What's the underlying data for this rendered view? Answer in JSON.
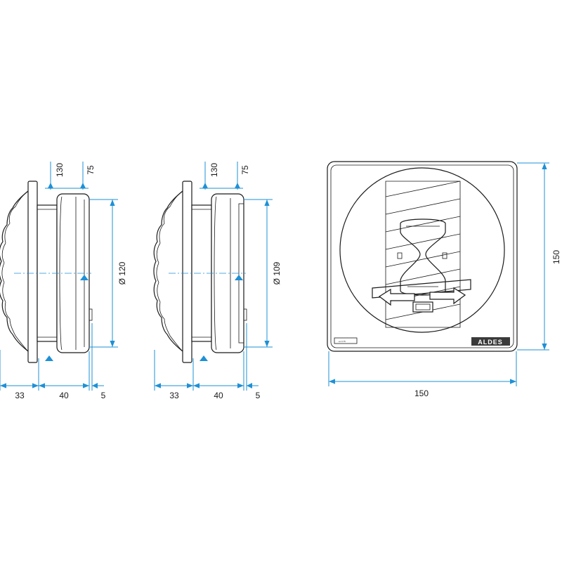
{
  "views": {
    "side_view_1": {
      "dim_flange": "33",
      "dim_body": "40",
      "dim_lip": "5",
      "dim_top_a": "130",
      "dim_top_b": "75",
      "dim_diameter": "Ø 120"
    },
    "side_view_2": {
      "dim_flange": "33",
      "dim_body": "40",
      "dim_lip": "5",
      "dim_top_a": "130",
      "dim_top_b": "75",
      "dim_diameter": "Ø 109"
    },
    "front_view": {
      "dim_width": "150",
      "dim_height": "150",
      "brand": "ALDES",
      "plate_text": "ex.0.75"
    }
  },
  "colors": {
    "dimension": "#1e90d6",
    "outline": "#1a1a1a"
  }
}
